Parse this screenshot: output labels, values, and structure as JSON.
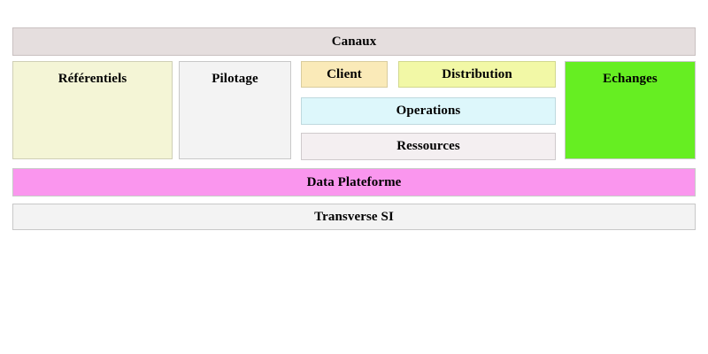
{
  "diagram": {
    "title": "Canaux",
    "blocks": [
      {
        "id": "canaux",
        "label": "Canaux",
        "fill": "#E5DEDE",
        "border": "#C9C0C0"
      },
      {
        "id": "referentiels",
        "label": "Référentiels",
        "fill": "#F4F5D6",
        "border": "#CFCFB6"
      },
      {
        "id": "pilotage",
        "label": "Pilotage",
        "fill": "#F3F3F3",
        "border": "#C8C8C8"
      },
      {
        "id": "client",
        "label": "Client",
        "fill": "#FAEAB8",
        "border": "#D9CC9E"
      },
      {
        "id": "distribution",
        "label": "Distribution",
        "fill": "#F2F8A6",
        "border": "#D2D88F"
      },
      {
        "id": "operations",
        "label": "Operations",
        "fill": "#DDF7FB",
        "border": "#BFD9DE"
      },
      {
        "id": "ressources",
        "label": "Ressources",
        "fill": "#F4EFF1",
        "border": "#CFCACC"
      },
      {
        "id": "echanges",
        "label": "Echanges",
        "fill": "#66EE22",
        "border": "#C8C8C8"
      },
      {
        "id": "dataplateforme",
        "label": "Data Plateforme",
        "fill": "#FA96EE",
        "border": "#C8C8C8"
      },
      {
        "id": "transversesi",
        "label": "Transverse SI",
        "fill": "#F3F3F3",
        "border": "#C8C8C8"
      }
    ]
  }
}
